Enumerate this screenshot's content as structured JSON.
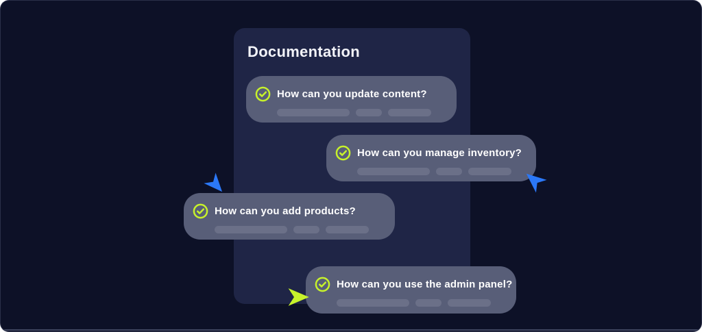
{
  "colors": {
    "bg": "#0d1127",
    "panel": "#1f2546",
    "card": "#585e78",
    "skeleton": "#6b7088",
    "text": "#f2f3f8",
    "lime": "#c7f22b",
    "blue": "#2b78f7",
    "divider": "#3f455f"
  },
  "panel": {
    "title": "Documentation"
  },
  "cards": [
    {
      "question": "How can you update content?",
      "icon": "check-circle-icon"
    },
    {
      "question": "How can you manage inventory?",
      "icon": "check-circle-icon"
    },
    {
      "question": "How can you add products?",
      "icon": "check-circle-icon"
    },
    {
      "question": "How can you use the admin panel?",
      "icon": "check-circle-icon"
    }
  ],
  "cursors": [
    {
      "name": "blue-cursor-pointing-down-right",
      "color": "#2b78f7"
    },
    {
      "name": "blue-cursor-pointing-up-left",
      "color": "#2b78f7"
    },
    {
      "name": "lime-cursor-pointing-right",
      "color": "#c7f22b"
    }
  ]
}
